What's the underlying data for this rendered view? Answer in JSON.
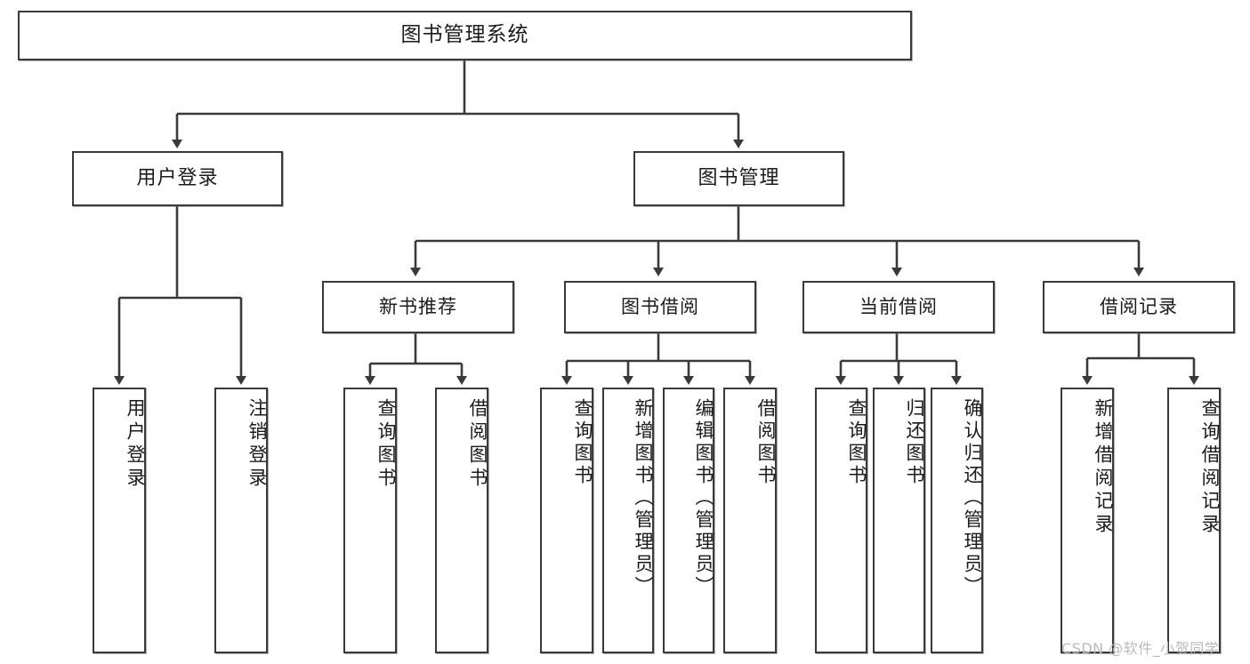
{
  "diagram": {
    "title": "图书管理系统",
    "type": "tree-hierarchy",
    "root": {
      "label": "图书管理系统"
    },
    "level2": [
      {
        "label": "用户登录"
      },
      {
        "label": "图书管理"
      }
    ],
    "level3": [
      {
        "label": "新书推荐"
      },
      {
        "label": "图书借阅"
      },
      {
        "label": "当前借阅"
      },
      {
        "label": "借阅记录"
      }
    ],
    "leaves": {
      "user_login": [
        {
          "label": "用户登录"
        },
        {
          "label": "注销登录"
        }
      ],
      "new_book_recommend": [
        {
          "label": "查询图书"
        },
        {
          "label": "借阅图书"
        }
      ],
      "book_borrow": [
        {
          "label": "查询图书"
        },
        {
          "label": "新增图书（管理员）"
        },
        {
          "label": "编辑图书（管理员）"
        },
        {
          "label": "借阅图书"
        }
      ],
      "current_borrow": [
        {
          "label": "查询图书"
        },
        {
          "label": "归还图书"
        },
        {
          "label": "确认归还（管理员）"
        }
      ],
      "borrow_record": [
        {
          "label": "新增借阅记录"
        },
        {
          "label": "查询借阅记录"
        }
      ]
    }
  },
  "watermark": {
    "text": "CSDN @软件_小贺同学"
  },
  "colors": {
    "border": "#3a3a3a",
    "text": "#1b1b1b",
    "background": "#ffffff",
    "wire": "#3a3a3a",
    "watermark": "#b9b9b9"
  }
}
